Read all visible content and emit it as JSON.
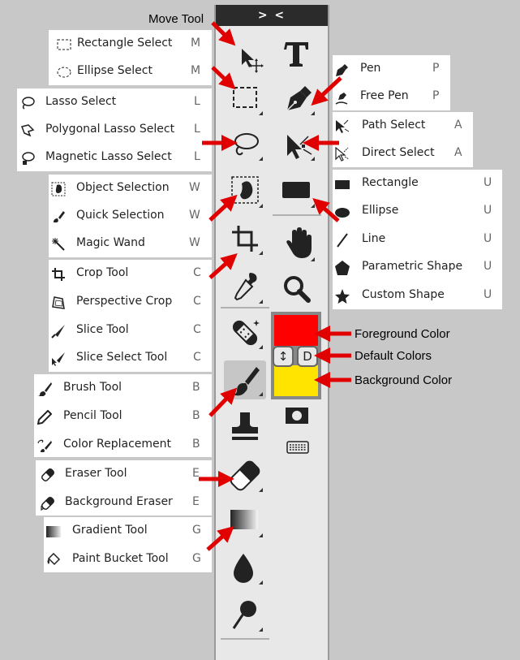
{
  "toolbar": {
    "header_label": "> <",
    "tools": [
      {
        "name": "move-tool",
        "icon": "move-icon"
      },
      {
        "name": "type-tool",
        "icon": "type-icon"
      },
      {
        "name": "marquee-tool",
        "icon": "rectangle-select-icon"
      },
      {
        "name": "pen-tool",
        "icon": "pen-icon"
      },
      {
        "name": "lasso-tool",
        "icon": "lasso-icon"
      },
      {
        "name": "path-select-tool",
        "icon": "path-select-icon"
      },
      {
        "name": "object-selection-tool",
        "icon": "object-selection-icon"
      },
      {
        "name": "shape-tool",
        "icon": "rectangle-shape-icon"
      },
      {
        "name": "crop-tool",
        "icon": "crop-icon"
      },
      {
        "name": "hand-tool",
        "icon": "hand-icon"
      },
      {
        "name": "eyedropper-tool",
        "icon": "eyedropper-icon"
      },
      {
        "name": "zoom-tool",
        "icon": "magnifier-icon"
      },
      {
        "name": "healing-tool",
        "icon": "bandage-icon"
      },
      {
        "name": "brush-tool",
        "icon": "brush-icon"
      },
      {
        "name": "stamp-tool",
        "icon": "stamp-icon"
      },
      {
        "name": "eraser-tool",
        "icon": "eraser-icon"
      },
      {
        "name": "gradient-tool",
        "icon": "gradient-icon"
      },
      {
        "name": "blur-tool",
        "icon": "drop-icon"
      },
      {
        "name": "dodge-tool",
        "icon": "dodge-icon"
      }
    ],
    "swap_label": "↕",
    "default_label": "D",
    "foreground_color": "#ff0000",
    "background_color": "#ffe400"
  },
  "callouts": {
    "move_tool": "Move Tool",
    "foreground_color": "Foreground Color",
    "default_colors": "Default Colors",
    "background_color": "Background Color"
  },
  "panels": {
    "select": [
      {
        "label": "Rectangle Select",
        "key": "M",
        "icon": "rectangle-select-icon"
      },
      {
        "label": "Ellipse Select",
        "key": "M",
        "icon": "ellipse-select-icon"
      }
    ],
    "lasso": [
      {
        "label": "Lasso Select",
        "key": "L",
        "icon": "lasso-icon"
      },
      {
        "label": "Polygonal Lasso Select",
        "key": "L",
        "icon": "polygonal-lasso-icon"
      },
      {
        "label": "Magnetic Lasso Select",
        "key": "L",
        "icon": "magnetic-lasso-icon"
      }
    ],
    "object": [
      {
        "label": "Object Selection",
        "key": "W",
        "icon": "object-selection-icon"
      },
      {
        "label": "Quick Selection",
        "key": "W",
        "icon": "quick-selection-icon"
      },
      {
        "label": "Magic Wand",
        "key": "W",
        "icon": "magic-wand-icon"
      }
    ],
    "crop": [
      {
        "label": "Crop Tool",
        "key": "C",
        "icon": "crop-icon"
      },
      {
        "label": "Perspective Crop",
        "key": "C",
        "icon": "perspective-crop-icon"
      },
      {
        "label": "Slice Tool",
        "key": "C",
        "icon": "slice-icon"
      },
      {
        "label": "Slice Select Tool",
        "key": "C",
        "icon": "slice-select-icon"
      }
    ],
    "brush": [
      {
        "label": "Brush Tool",
        "key": "B",
        "icon": "brush-icon"
      },
      {
        "label": "Pencil Tool",
        "key": "B",
        "icon": "pencil-icon"
      },
      {
        "label": "Color Replacement",
        "key": "B",
        "icon": "color-replacement-icon"
      }
    ],
    "eraser": [
      {
        "label": "Eraser Tool",
        "key": "E",
        "icon": "eraser-icon"
      },
      {
        "label": "Background Eraser",
        "key": "E",
        "icon": "background-eraser-icon"
      }
    ],
    "gradient": [
      {
        "label": "Gradient Tool",
        "key": "G",
        "icon": "gradient-icon"
      },
      {
        "label": "Paint Bucket Tool",
        "key": "G",
        "icon": "paint-bucket-icon"
      }
    ],
    "pen": [
      {
        "label": "Pen",
        "key": "P",
        "icon": "pen-icon"
      },
      {
        "label": "Free Pen",
        "key": "P",
        "icon": "free-pen-icon"
      }
    ],
    "path": [
      {
        "label": "Path Select",
        "key": "A",
        "icon": "path-select-icon"
      },
      {
        "label": "Direct Select",
        "key": "A",
        "icon": "direct-select-icon"
      }
    ],
    "shape": [
      {
        "label": "Rectangle",
        "key": "U",
        "icon": "rectangle-shape-icon"
      },
      {
        "label": "Ellipse",
        "key": "U",
        "icon": "ellipse-shape-icon"
      },
      {
        "label": "Line",
        "key": "U",
        "icon": "line-shape-icon"
      },
      {
        "label": "Parametric Shape",
        "key": "U",
        "icon": "pentagon-icon"
      },
      {
        "label": "Custom Shape",
        "key": "U",
        "icon": "star-icon"
      }
    ]
  },
  "arrow_color": "#e00000"
}
